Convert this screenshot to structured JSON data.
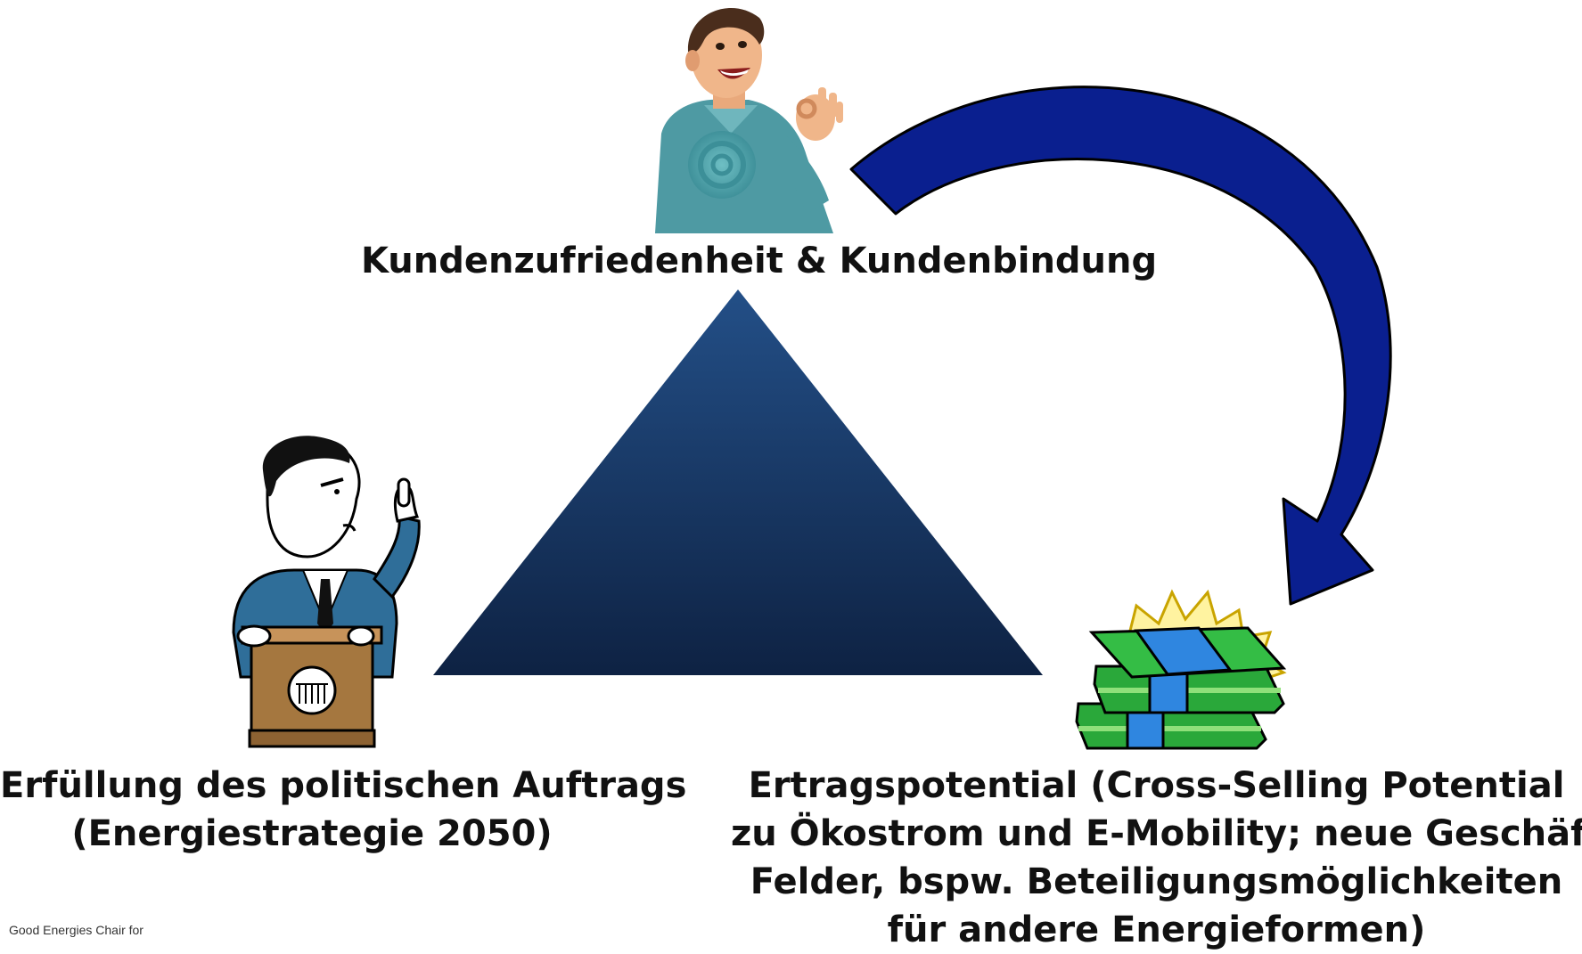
{
  "top_label": "Kundenzufriedenheit & Kundenbindung",
  "left_label": {
    "line1": "Erfüllung des politischen Auftrags",
    "line2": "(Energiestrategie 2050)"
  },
  "right_label": {
    "line1": "Ertragspotential (Cross-Selling Potential",
    "line2": "zu Ökostrom und E-Mobility; neue Geschäfts-",
    "line3": "Felder, bspw. Beteiligungsmöglichkeiten",
    "line4": "für andere Energieformen)"
  },
  "footer_text": "Good Energies Chair for",
  "icons": {
    "top": "happy-customer-ok-icon",
    "left": "politician-at-podium-icon",
    "right": "money-stack-icon",
    "arrow": "curved-arrow-icon",
    "center": "triangle-shape"
  },
  "colors": {
    "triangle_top": "#1f4e86",
    "triangle_bottom": "#0d2142",
    "arrow_fill": "#0a1f8f",
    "arrow_stroke": "#000000",
    "text": "#111111"
  }
}
